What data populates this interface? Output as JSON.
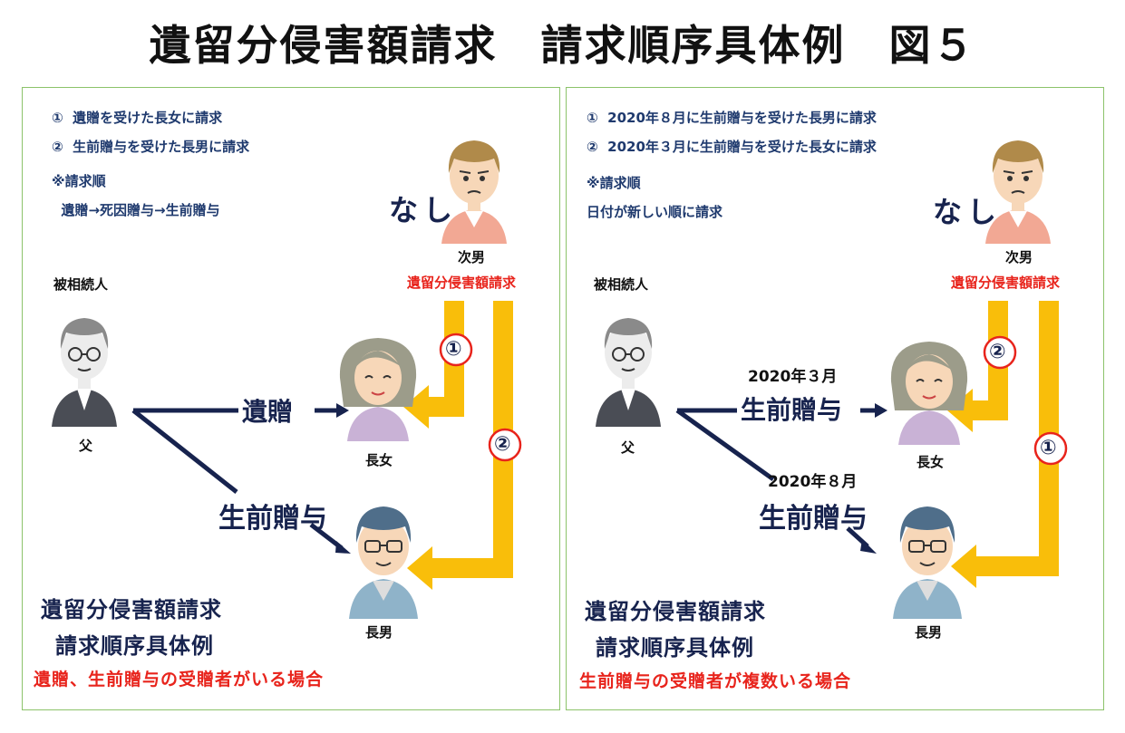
{
  "title": "遺留分侵害額請求　請求順序具体例　図５",
  "colors": {
    "arrow_yellow": "#f9be0a",
    "navy": "#17234e",
    "red": "#e8241c",
    "border": "#8cc36a"
  },
  "left": {
    "notes": [
      "①  遺贈を受けた長女に請求",
      "②  生前贈与を受けた長男に請求",
      "※請求順",
      "  遺贈→死因贈与→生前贈与"
    ],
    "nashi": "なし",
    "jinan": "次男",
    "claim": "遺留分侵害額請求",
    "hisouzoku": "被相続人",
    "father": "父",
    "izou": "遺贈",
    "seizen": "生前贈与",
    "chojo": "長女",
    "chonan": "長男",
    "num_one": "①",
    "num_two": "②",
    "cap1": "遺留分侵害額請求",
    "cap2": "請求順序具体例",
    "subtitle": "遺贈、生前贈与の受贈者がいる場合"
  },
  "right": {
    "notes": [
      "①  2020年８月に生前贈与を受けた長男に請求",
      "②  2020年３月に生前贈与を受けた長女に請求",
      "※請求順",
      "日付が新しい順に請求"
    ],
    "nashi": "なし",
    "jinan": "次男",
    "claim": "遺留分侵害額請求",
    "hisouzoku": "被相続人",
    "father": "父",
    "date_mar": "2020年３月",
    "seizen_a": "生前贈与",
    "date_aug": "2020年８月",
    "seizen_b": "生前贈与",
    "chojo": "長女",
    "chonan": "長男",
    "num_two": "②",
    "num_one": "①",
    "cap1": "遺留分侵害額請求",
    "cap2": "請求順序具体例",
    "subtitle": "生前贈与の受贈者が複数いる場合"
  }
}
